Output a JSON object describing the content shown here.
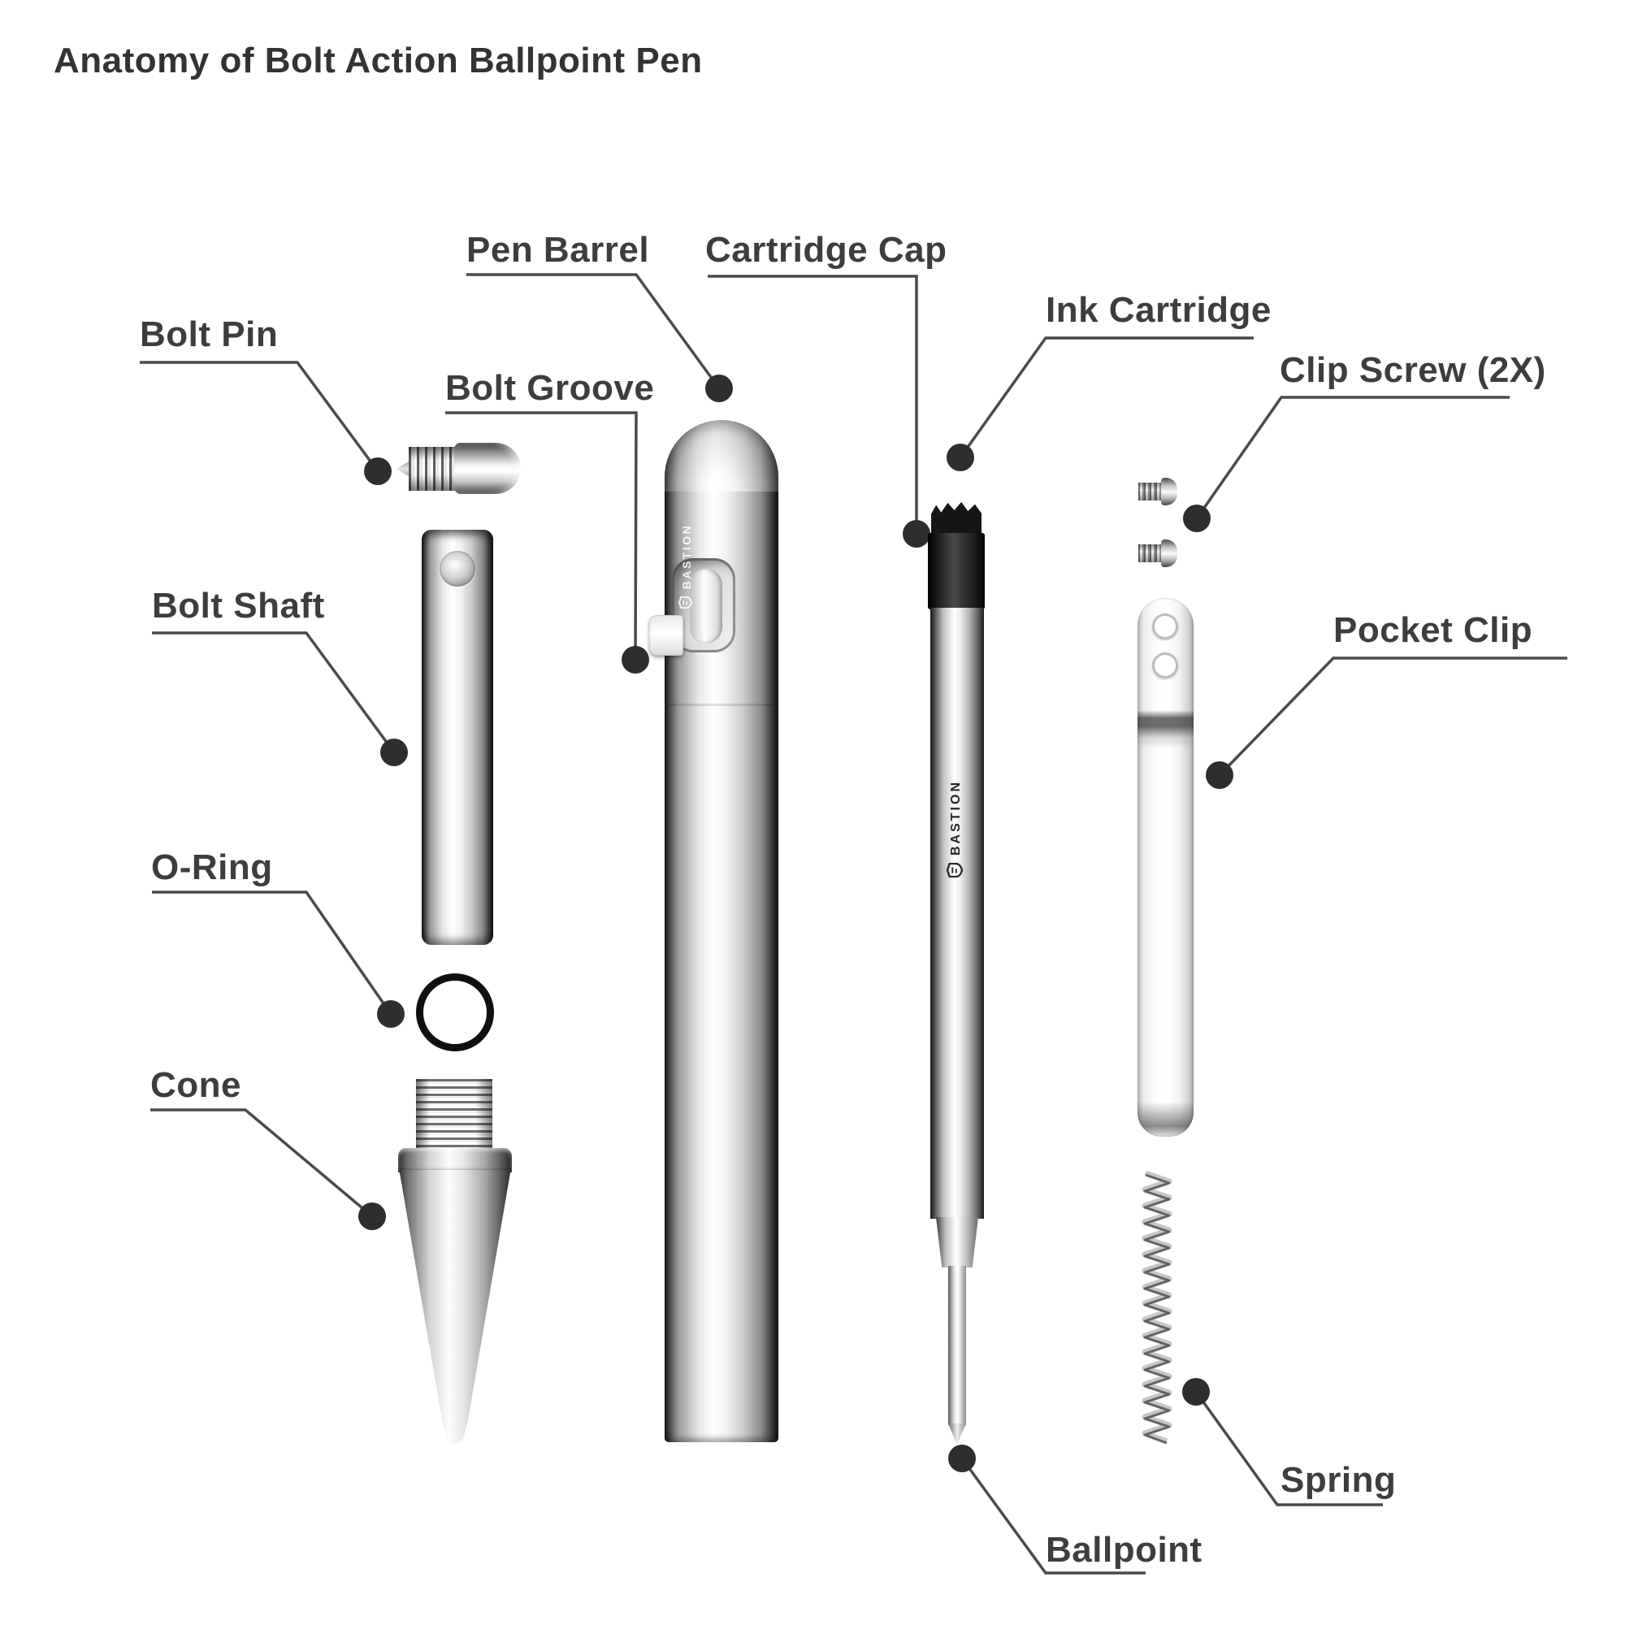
{
  "title": "Anatomy of Bolt Action Ballpoint Pen",
  "brand": "BASTION",
  "labels": {
    "bolt_pin": "Bolt Pin",
    "bolt_shaft": "Bolt Shaft",
    "o_ring": "O-Ring",
    "cone": "Cone",
    "pen_barrel": "Pen Barrel",
    "bolt_groove": "Bolt Groove",
    "cartridge_cap": "Cartridge Cap",
    "ink_cartridge": "Ink Cartridge",
    "clip_screw": "Clip Screw (2X)",
    "pocket_clip": "Pocket Clip",
    "spring": "Spring",
    "ballpoint": "Ballpoint"
  },
  "colors": {
    "background": "#ffffff",
    "label_text": "#3d3d3d",
    "leader_line": "#4a4a4a",
    "leader_dot": "#2e2e2e",
    "cap_black": "#151515",
    "oring_black": "#101010"
  }
}
